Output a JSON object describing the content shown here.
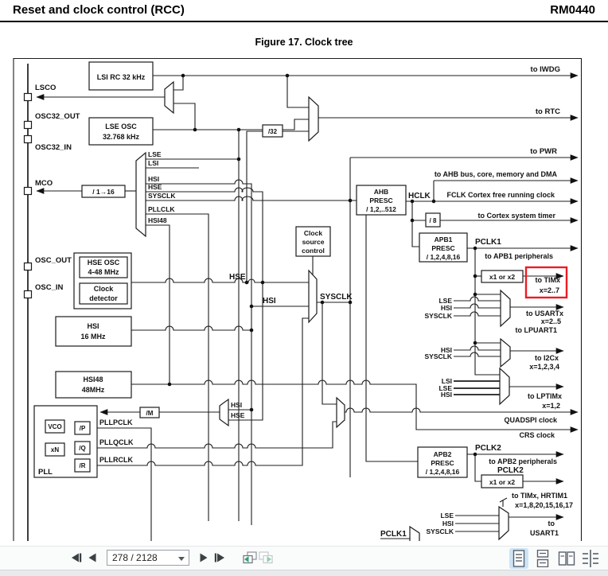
{
  "header": {
    "title": "Reset and clock control (RCC)",
    "doc_ref": "RM0440"
  },
  "figure_caption": "Figure 17. Clock tree",
  "diagram": {
    "pins": {
      "lsco": "LSCO",
      "osc32_out": "OSC32_OUT",
      "osc32_in": "OSC32_IN",
      "mco": "MCO",
      "osc_out": "OSC_OUT",
      "osc_in": "OSC_IN"
    },
    "blocks": {
      "lsi_rc": "LSI RC 32 kHz",
      "lse_osc_1": "LSE OSC",
      "lse_osc_2": "32.768 kHz",
      "div32": "/32",
      "mco_div": "/ 1→16",
      "hse_osc_1": "HSE OSC",
      "hse_osc_2": "4-48 MHz",
      "clock_det_1": "Clock",
      "clock_det_2": "detector",
      "csc_1": "Clock",
      "csc_2": "source",
      "csc_3": "control",
      "hsi_1": "HSI",
      "hsi_2": "16 MHz",
      "hsi48_1": "HSI48",
      "hsi48_2": "48MHz",
      "div_m": "/M",
      "vco": "VCO",
      "xn": "xN",
      "div_p": "/P",
      "div_q": "/Q",
      "div_r": "/R",
      "pll": "PLL",
      "ahb_1": "AHB",
      "ahb_2": "PRESC",
      "ahb_3": "/ 1,2,..512",
      "div8": "/ 8",
      "apb1_1": "APB1",
      "apb1_2": "PRESC",
      "apb1_3": "/ 1,2,4,8,16",
      "x1x2": "x1 or x2",
      "apb2_1": "APB2",
      "apb2_2": "PRESC",
      "apb2_3": "/ 1,2,4,8,16"
    },
    "signals": {
      "lse": "LSE",
      "lsi": "LSI",
      "hsi": "HSI",
      "hse": "HSE",
      "sysclk": "SYSCLK",
      "pllclk": "PLLCLK",
      "hsi48": "HSI48",
      "hclk": "HCLK",
      "pclk1": "PCLK1",
      "pclk2": "PCLK2",
      "pllpclk": "PLLPCLK",
      "pllqclk": "PLLQCLK",
      "pllrclk": "PLLRCLK"
    },
    "outputs": {
      "iwdg": "to IWDG",
      "rtc": "to RTC",
      "pwr": "to PWR",
      "ahb_bus": "to AHB bus, core, memory and DMA",
      "fclk": "FCLK Cortex free running clock",
      "systick": "to Cortex system timer",
      "apb1_periph": "to APB1 peripherals",
      "tim_apb1_1": "to TIMx",
      "tim_apb1_2": "x=2..7",
      "usartx_1": "to USARTx",
      "usartx_2": "x=2..5",
      "lpuart": "to LPUART1",
      "i2c_1": "to I2Cx",
      "i2c_2": "x=1,2,3,4",
      "lptim_1": "to LPTIMx",
      "lptim_2": "x=1,2",
      "quadspi": "QUADSPI clock",
      "crs": "CRS clock",
      "apb2_periph": "to APB2 peripherals",
      "tim_apb2_1": "to TIMx, HRTIM1",
      "tim_apb2_2": "x=1,8,20,15,16,17",
      "usart1_1": "to",
      "usart1_2": "USART1"
    },
    "highlight_color": "#ec1c24"
  },
  "toolbar": {
    "page_indicator": "278 / 2128",
    "icons": [
      "first-page",
      "previous-page",
      "next-page",
      "last-page",
      "previous-view",
      "next-view",
      "single-page-view",
      "continuous-view",
      "facing-view",
      "continuous-facing-view"
    ]
  }
}
